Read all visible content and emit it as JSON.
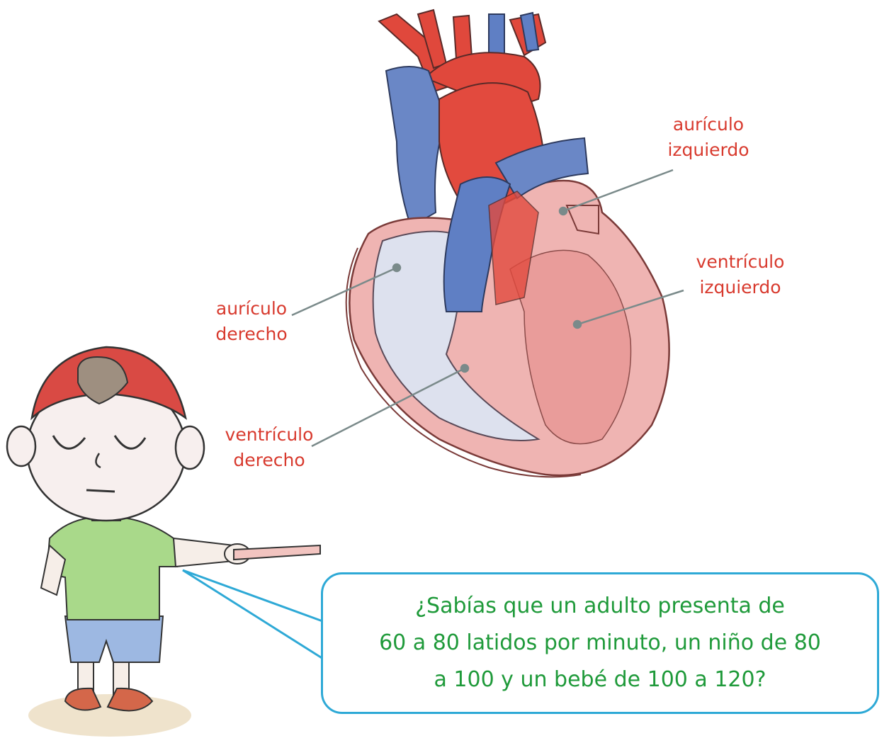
{
  "labels": {
    "auricula_izquierda": [
      "aurículo",
      "izquierdo"
    ],
    "ventriculo_izquierdo": [
      "ventrículo",
      "izquierdo"
    ],
    "auricula_derecha": [
      "aurículo",
      "derecho"
    ],
    "ventriculo_derecho": [
      "ventrículo",
      "derecho"
    ]
  },
  "speech_bubble": {
    "lines": [
      "¿Sabías que un adulto presenta de",
      "60 a 80 latidos por minuto, un niño de 80",
      "a 100 y un bebé de 100 a 120?"
    ]
  },
  "colors": {
    "label_red": "#d83a2e",
    "bubble_border": "#2ea9d6",
    "bubble_text": "#1f9a3a",
    "vein_blue": "#5f7fc4",
    "artery_red": "#e0483c",
    "heart_pink": "#eaa1a0"
  }
}
